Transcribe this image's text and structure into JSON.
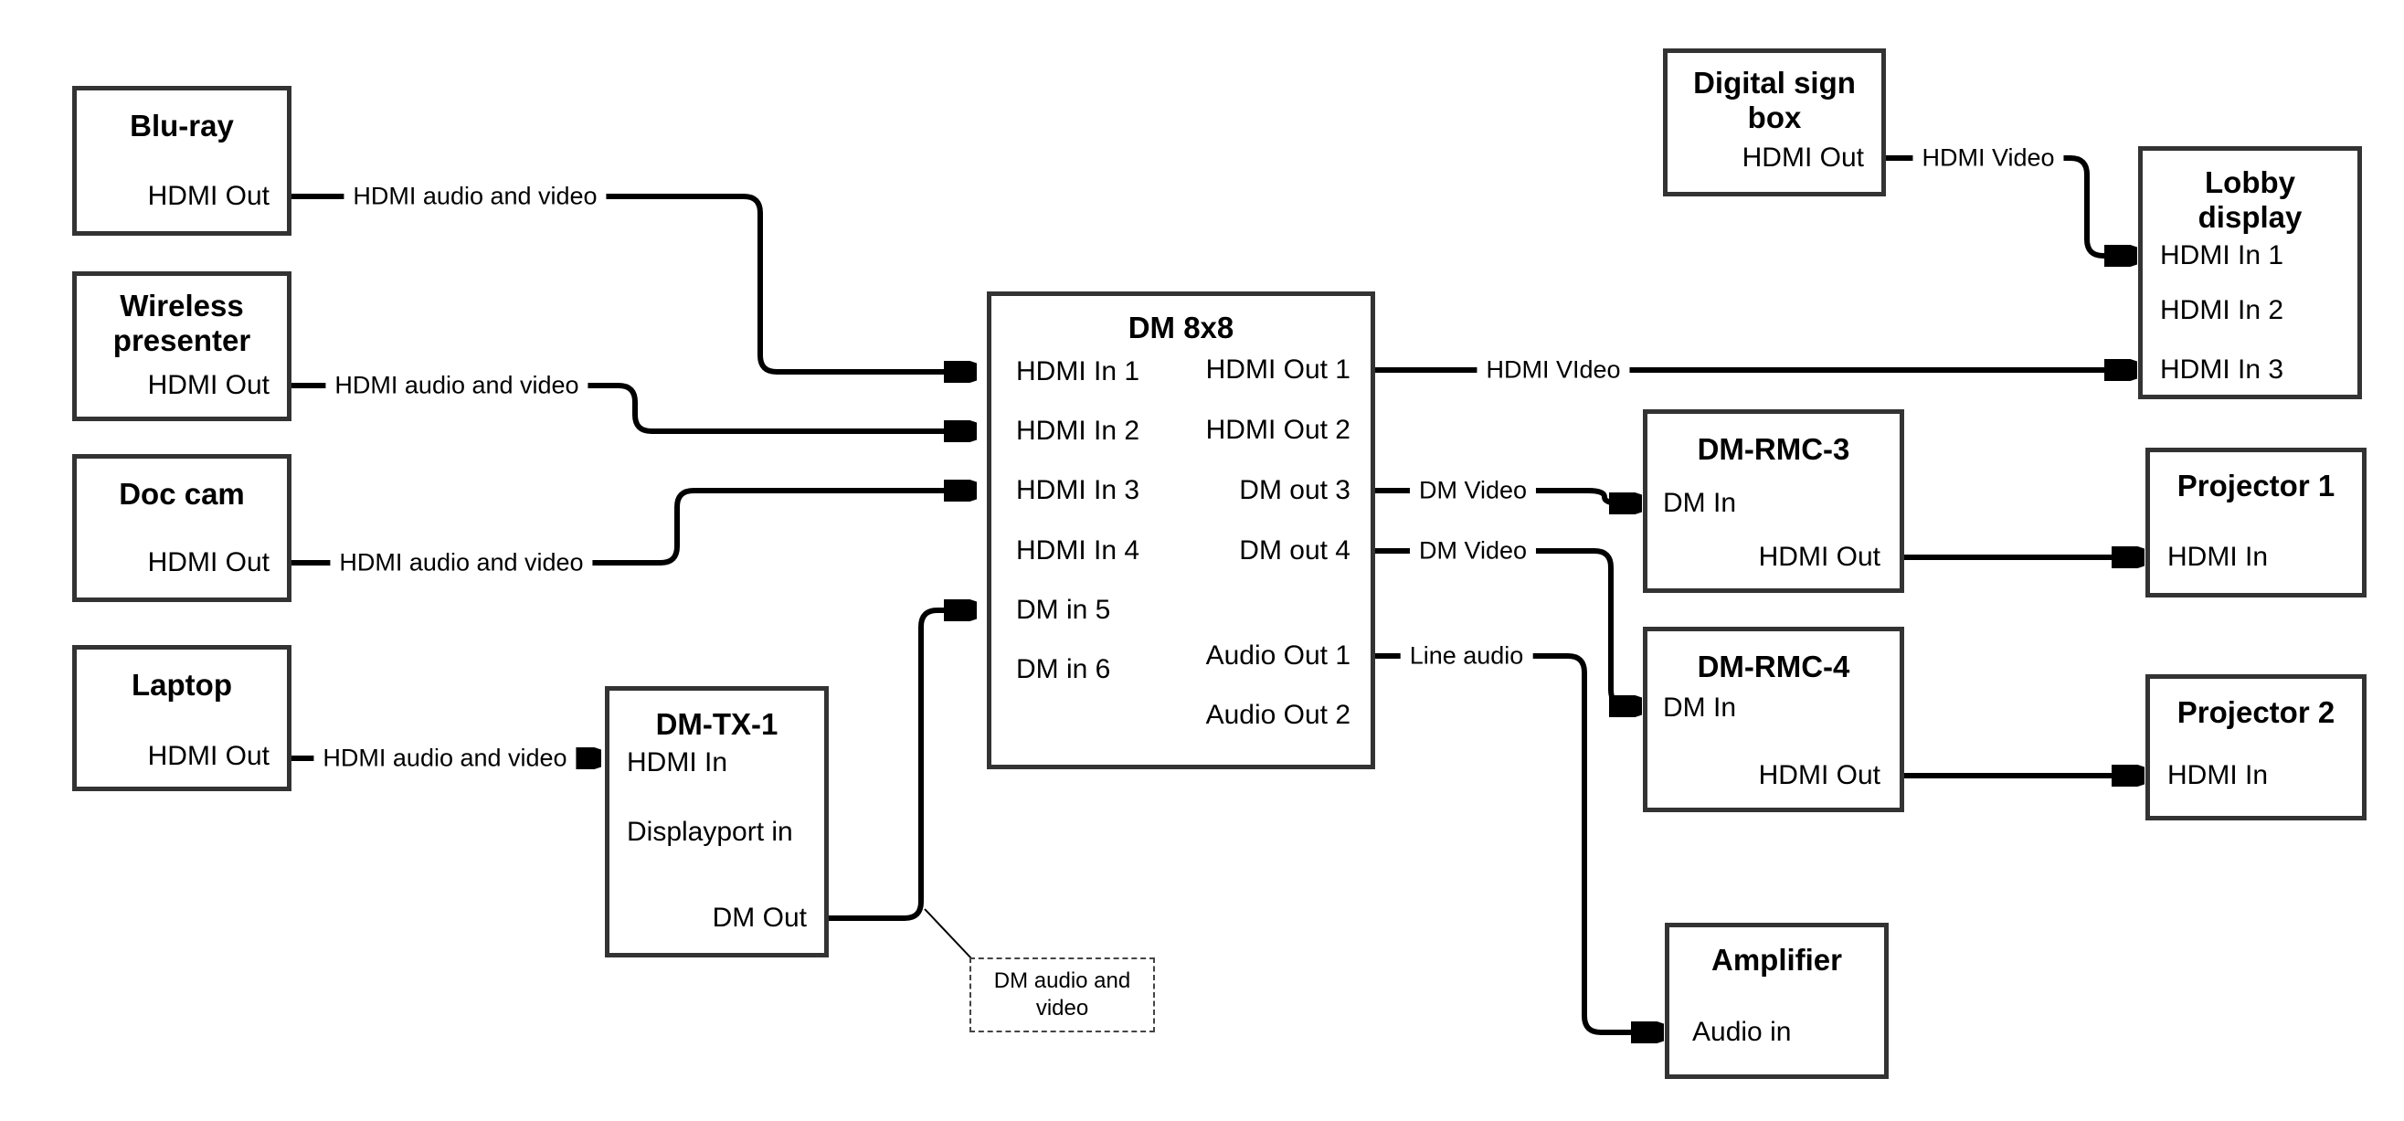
{
  "colors": {
    "background": "#ffffff",
    "box_border": "#333333",
    "wire": "#000000",
    "text": "#000000"
  },
  "boxes": {
    "bluray": {
      "title": "Blu-ray",
      "port_hdmi_out": "HDMI Out"
    },
    "wireless": {
      "title": "Wireless presenter",
      "port_hdmi_out": "HDMI Out"
    },
    "doccam": {
      "title": "Doc cam",
      "port_hdmi_out": "HDMI Out"
    },
    "laptop": {
      "title": "Laptop",
      "port_hdmi_out": "HDMI Out"
    },
    "dmtx1": {
      "title": "DM-TX-1",
      "port_hdmi_in": "HDMI In",
      "port_displayport_in": "Displayport in",
      "port_dm_out": "DM Out"
    },
    "dm8x8": {
      "title": "DM 8x8",
      "in1": "HDMI In 1",
      "in2": "HDMI In 2",
      "in3": "HDMI In 3",
      "in4": "HDMI In 4",
      "in5": "DM in 5",
      "in6": "DM in 6",
      "out1": "HDMI Out 1",
      "out2": "HDMI Out 2",
      "out3": "DM out 3",
      "out4": "DM out 4",
      "aout1": "Audio Out 1",
      "aout2": "Audio Out 2"
    },
    "digitalsign": {
      "title": "Digital sign box",
      "port_hdmi_out": "HDMI Out"
    },
    "lobby": {
      "title": "Lobby display",
      "in1": "HDMI In 1",
      "in2": "HDMI In 2",
      "in3": "HDMI In 3"
    },
    "rmc3": {
      "title": "DM-RMC-3",
      "port_dm_in": "DM In",
      "port_hdmi_out": "HDMI Out"
    },
    "proj1": {
      "title": "Projector 1",
      "port_hdmi_in": "HDMI In"
    },
    "rmc4": {
      "title": "DM-RMC-4",
      "port_dm_in": "DM In",
      "port_hdmi_out": "HDMI Out"
    },
    "proj2": {
      "title": "Projector 2",
      "port_hdmi_in": "HDMI In"
    },
    "amp": {
      "title": "Amplifier",
      "port_audio_in": "Audio in"
    }
  },
  "wire_labels": {
    "bluray_out": "HDMI audio and video",
    "wireless_out": "HDMI audio and video",
    "doccam_out": "HDMI audio and video",
    "laptop_out": "HDMI audio and video",
    "dm8x8_hdmi_out1": "HDMI VIdeo",
    "dm8x8_dm_out3": "DM Video",
    "dm8x8_dm_out4": "DM Video",
    "dm8x8_audio_out1": "Line audio",
    "digitalsign_out": "HDMI Video"
  },
  "note": {
    "text": "DM audio and video"
  }
}
